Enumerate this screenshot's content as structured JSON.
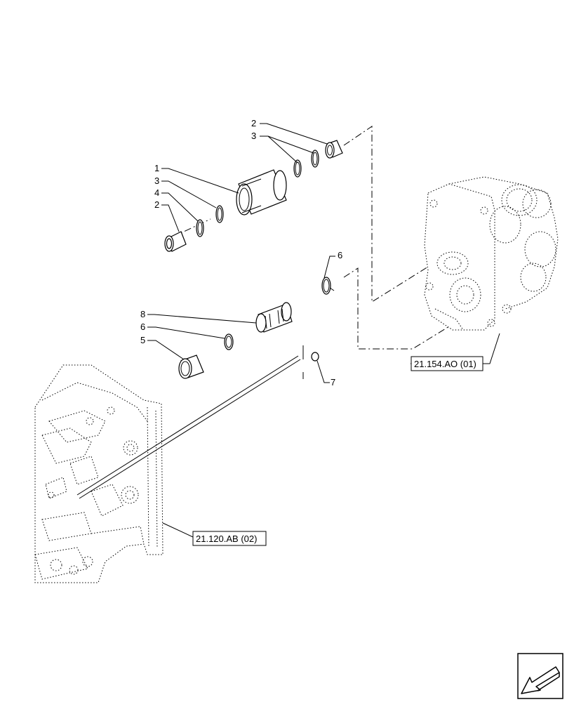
{
  "callouts": {
    "c1": "1",
    "c2a": "2",
    "c2b": "2",
    "c3a": "3",
    "c3b": "3",
    "c4": "4",
    "c5": "5",
    "c6a": "6",
    "c6b": "6",
    "c7": "7",
    "c8": "8"
  },
  "references": {
    "gearbox_ref": "21.154.AO (01)",
    "housing_ref": "21.120.AB (02)"
  },
  "icons": {
    "nav": "arrow-back-icon"
  }
}
